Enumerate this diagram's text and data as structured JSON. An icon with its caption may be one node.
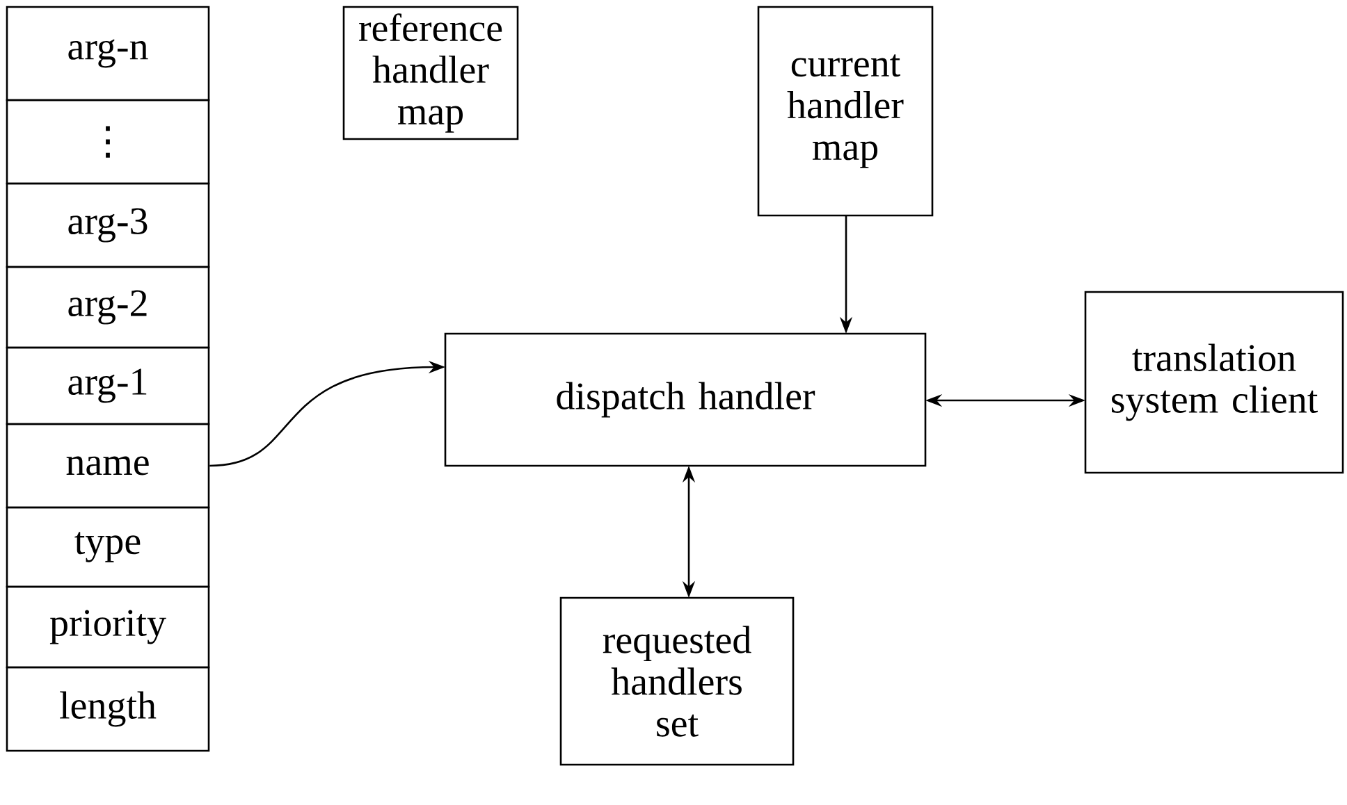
{
  "diagram": {
    "nodes": [
      {
        "text": [
          "arg-n"
        ]
      },
      {
        "text": [
          "⋮"
        ]
      },
      {
        "text": [
          "arg-3"
        ]
      },
      {
        "text": [
          "arg-2"
        ]
      },
      {
        "text": [
          "arg-1"
        ]
      },
      {
        "text": [
          "name"
        ]
      },
      {
        "text": [
          "type"
        ]
      },
      {
        "text": [
          "priority"
        ]
      },
      {
        "text": [
          "length"
        ]
      },
      {
        "text": [
          "reference handler map"
        ]
      },
      {
        "text": [
          "current handler map"
        ]
      },
      {
        "text": [
          "dispatch handler"
        ]
      },
      {
        "text": [
          "translation system client"
        ]
      },
      {
        "text": [
          "requested handlers set"
        ]
      }
    ],
    "edges": [
      {
        "from": 5,
        "to": 11,
        "arrow": "to"
      },
      {
        "from": 10,
        "to": 11,
        "arrow": "to"
      },
      {
        "from": 11,
        "to": 12,
        "arrow": "both"
      },
      {
        "from": 11,
        "to": 13,
        "arrow": "both"
      }
    ]
  }
}
